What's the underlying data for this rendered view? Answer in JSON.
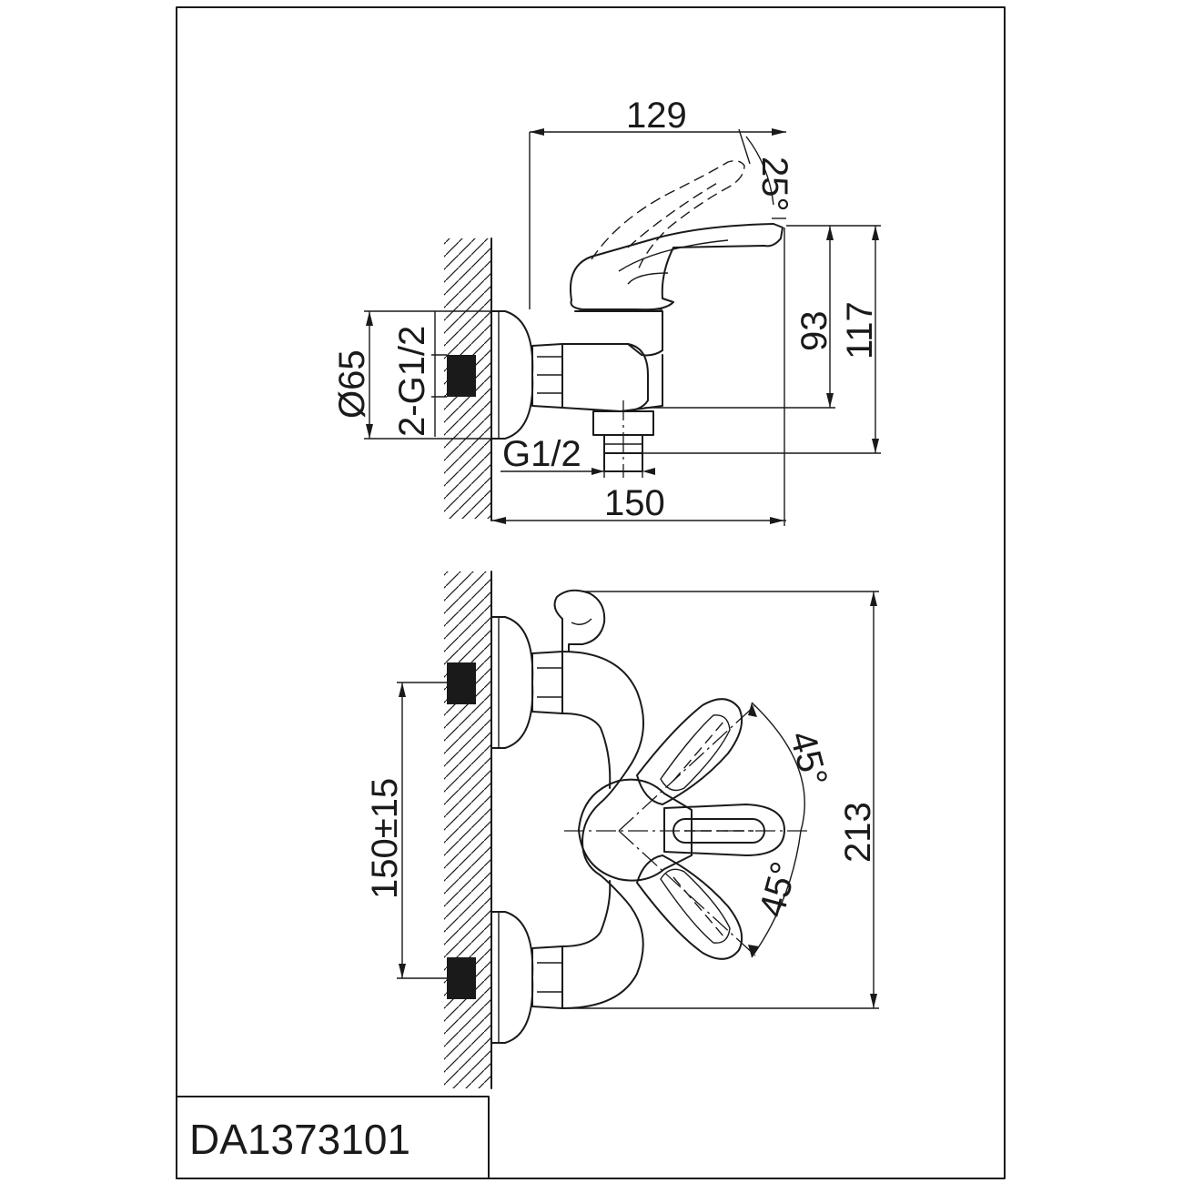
{
  "model_code": "DA1373101",
  "side_view": {
    "dim_width_top": "129",
    "dim_lever_angle": "25°",
    "dim_height_outlet": "93",
    "dim_height_total": "117",
    "dim_flange_diameter": "Ø65",
    "dim_inlet_thread": "2-G1/2",
    "dim_outlet_thread": "G1/2",
    "dim_depth": "150"
  },
  "top_view": {
    "dim_centers": "150±15",
    "dim_width": "213",
    "dim_angle_upper": "45°",
    "dim_angle_lower": "45°"
  }
}
